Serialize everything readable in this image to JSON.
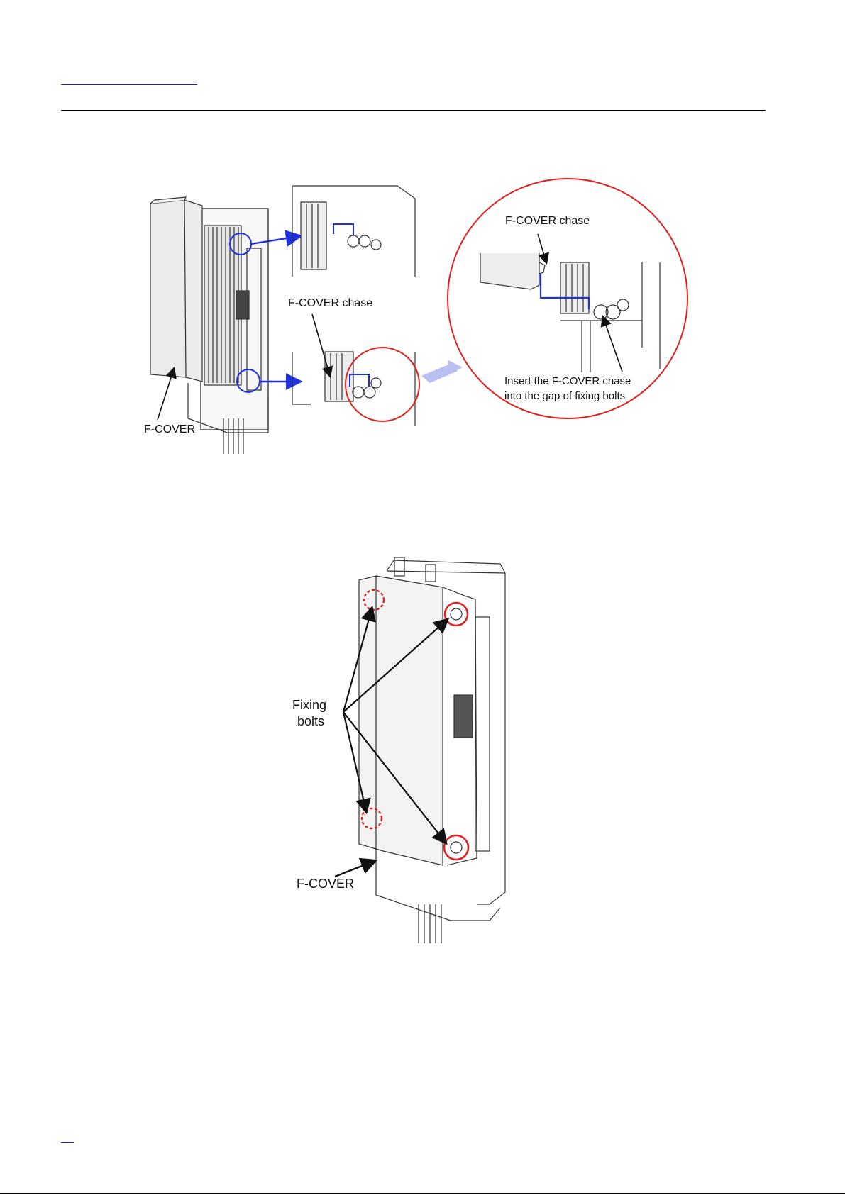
{
  "figure1": {
    "label_fcover": "F-COVER",
    "label_chase_mid": "F-COVER chase",
    "label_chase_detail": "F-COVER chase",
    "instruction_line1": "Insert the F-COVER chase",
    "instruction_line2": "into the gap of fixing bolts"
  },
  "figure2": {
    "label_bolts_line1": "Fixing",
    "label_bolts_line2": "bolts",
    "label_fcover": "F-COVER"
  },
  "colors": {
    "callout_blue": "#1e2fe6",
    "circle_red": "#e02020",
    "zoom_arrow": "#b9bff0",
    "line_gray": "#333333"
  }
}
